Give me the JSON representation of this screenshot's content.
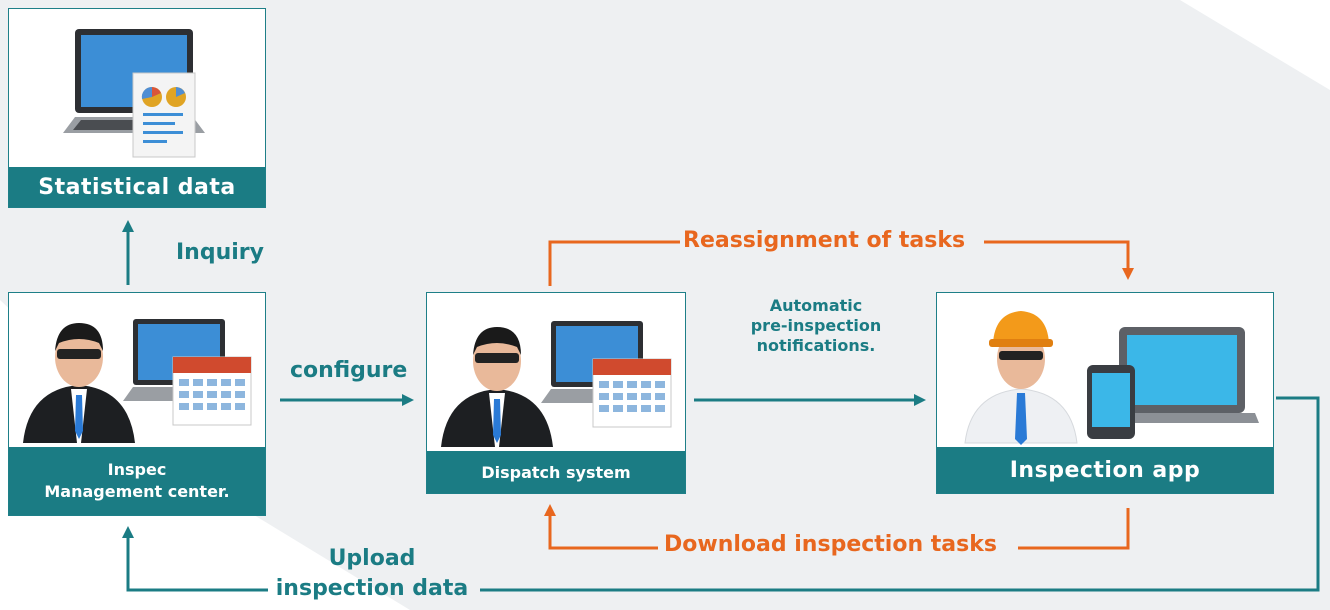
{
  "boxes": {
    "statistical": "Statistical data",
    "management": [
      "Inspec",
      "Management center."
    ],
    "dispatch": "Dispatch system",
    "app": "Inspection app"
  },
  "labels": {
    "inquiry": "Inquiry",
    "configure": "configure",
    "reassign": "Reassignment of tasks",
    "notify": [
      "Automatic",
      "pre-inspection",
      "notifications."
    ],
    "download": "Download inspection tasks",
    "upload": [
      "Upload",
      "inspection data"
    ]
  },
  "colors": {
    "teal": "#1b7c84",
    "orange": "#e8671f",
    "background_shape": "#eef0f2"
  },
  "icons": [
    "laptop-report-icon",
    "manager-calendar-icon",
    "worker-devices-icon"
  ]
}
